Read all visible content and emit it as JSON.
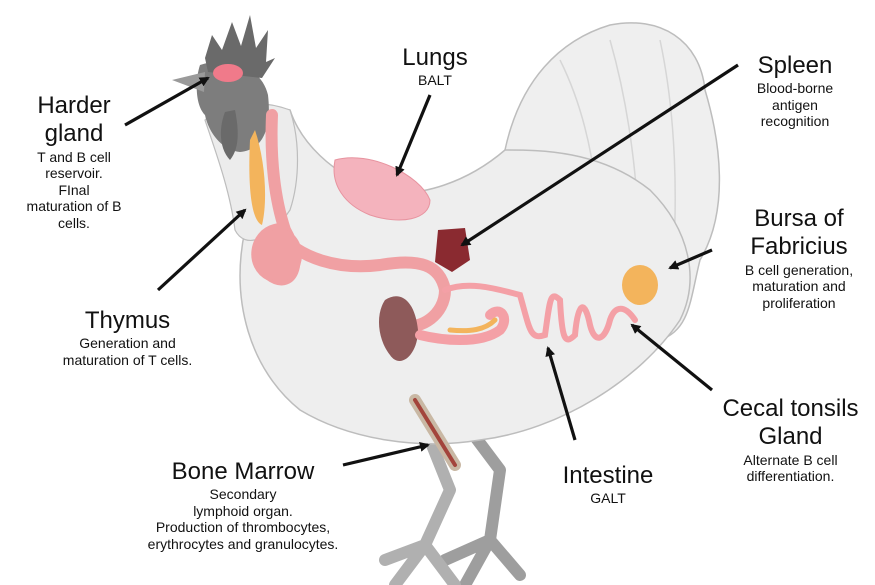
{
  "labels": {
    "harder": {
      "title": "Harder\ngland",
      "desc": "T and B cell\nreservoir.\nFInal\nmaturation of B\ncells."
    },
    "lungs": {
      "title": "Lungs",
      "desc": "BALT"
    },
    "spleen": {
      "title": "Spleen",
      "desc": "Blood-borne\nantigen\nrecognition"
    },
    "bursa": {
      "title": "Bursa of\nFabricius",
      "desc": "B cell generation,\nmaturation and\nproliferation"
    },
    "thymus": {
      "title": "Thymus",
      "desc": "Generation and\nmaturation of T cells."
    },
    "cecal": {
      "title": "Cecal tonsils\nGland",
      "desc": "Alternate B cell\ndifferentiation."
    },
    "intestine": {
      "title": "Intestine",
      "desc": "GALT"
    },
    "marrow": {
      "title": "Bone Marrow",
      "desc": "Secondary\nlymphoid organ.\nProduction of thrombocytes,\nerythrocytes and granulocytes."
    }
  },
  "colors": {
    "body": "#eeeeee",
    "outline": "#bdbdbd",
    "head": "#7d7d7d",
    "comb": "#6a6a6a",
    "harder_gland": "#f07a8a",
    "thymus": "#f3b45c",
    "esophagus": "#f0a0a3",
    "lungs": "#f4b3bd",
    "spleen": "#8a2a30",
    "liver": "#8e5a5a",
    "intestine": "#f4a0a6",
    "bursa": "#f3b45c",
    "leg": "#9e9e9e",
    "arrow": "#111111"
  }
}
